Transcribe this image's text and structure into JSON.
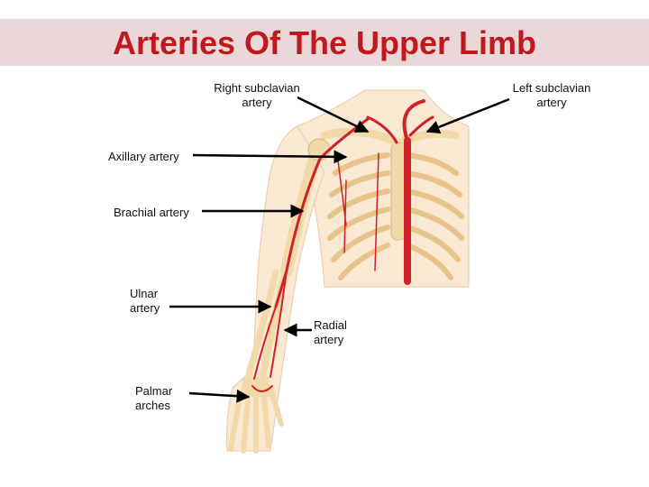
{
  "title": "Arteries Of The Upper Limb",
  "labels": {
    "right_subclavian": {
      "line1": "Right subclavian",
      "line2": "artery"
    },
    "left_subclavian": {
      "line1": "Left subclavian",
      "line2": "artery"
    },
    "axillary": {
      "line1": "Axillary artery"
    },
    "brachial": {
      "line1": "Brachial artery"
    },
    "ulnar": {
      "line1": "Ulnar",
      "line2": "artery"
    },
    "radial": {
      "line1": "Radial",
      "line2": "artery"
    },
    "palmar": {
      "line1": "Palmar",
      "line2": "arches"
    }
  },
  "colors": {
    "title": "#c0181f",
    "title_bar": "#ead8d8",
    "bone": "#f2d9a8",
    "skin": "#f9e8d2",
    "artery": "#d0202a",
    "arrow": "#000000"
  }
}
